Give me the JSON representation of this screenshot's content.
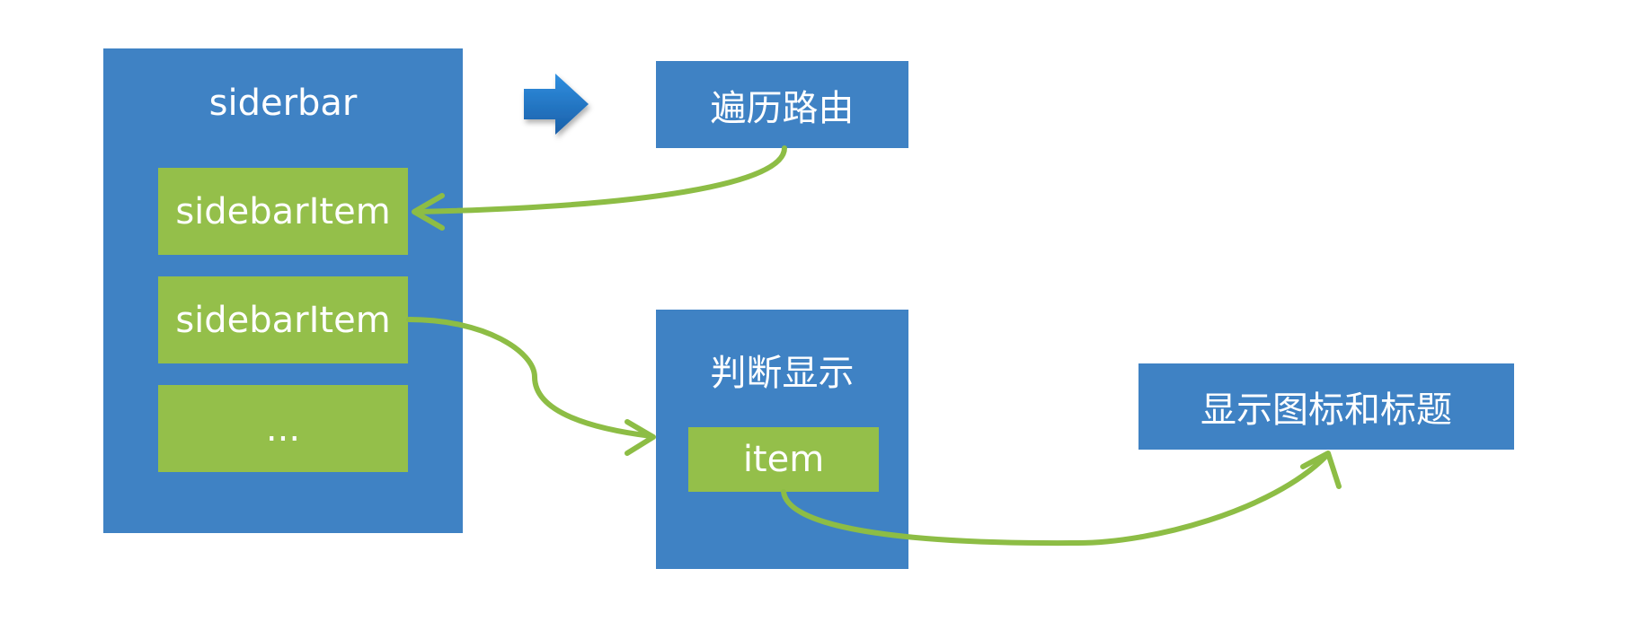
{
  "colors": {
    "blue_box": "#3f82c4",
    "green_box": "#94bf4a",
    "connector": "#8dbd45",
    "arrow_blue_dark": "#1a5fa8",
    "arrow_blue_light": "#2f8fe0"
  },
  "nodes": {
    "sidebar": {
      "title": "siderbar",
      "items": [
        {
          "label": "sidebarItem"
        },
        {
          "label": "sidebarItem"
        },
        {
          "label": "..."
        }
      ]
    },
    "traverse_routes": {
      "label": "遍历路由"
    },
    "judge_display": {
      "title": "判断显示",
      "item_label": "item"
    },
    "show_icon_title": {
      "label": "显示图标和标题"
    }
  },
  "icons": {
    "block_arrow": "right-block-arrow-icon"
  }
}
